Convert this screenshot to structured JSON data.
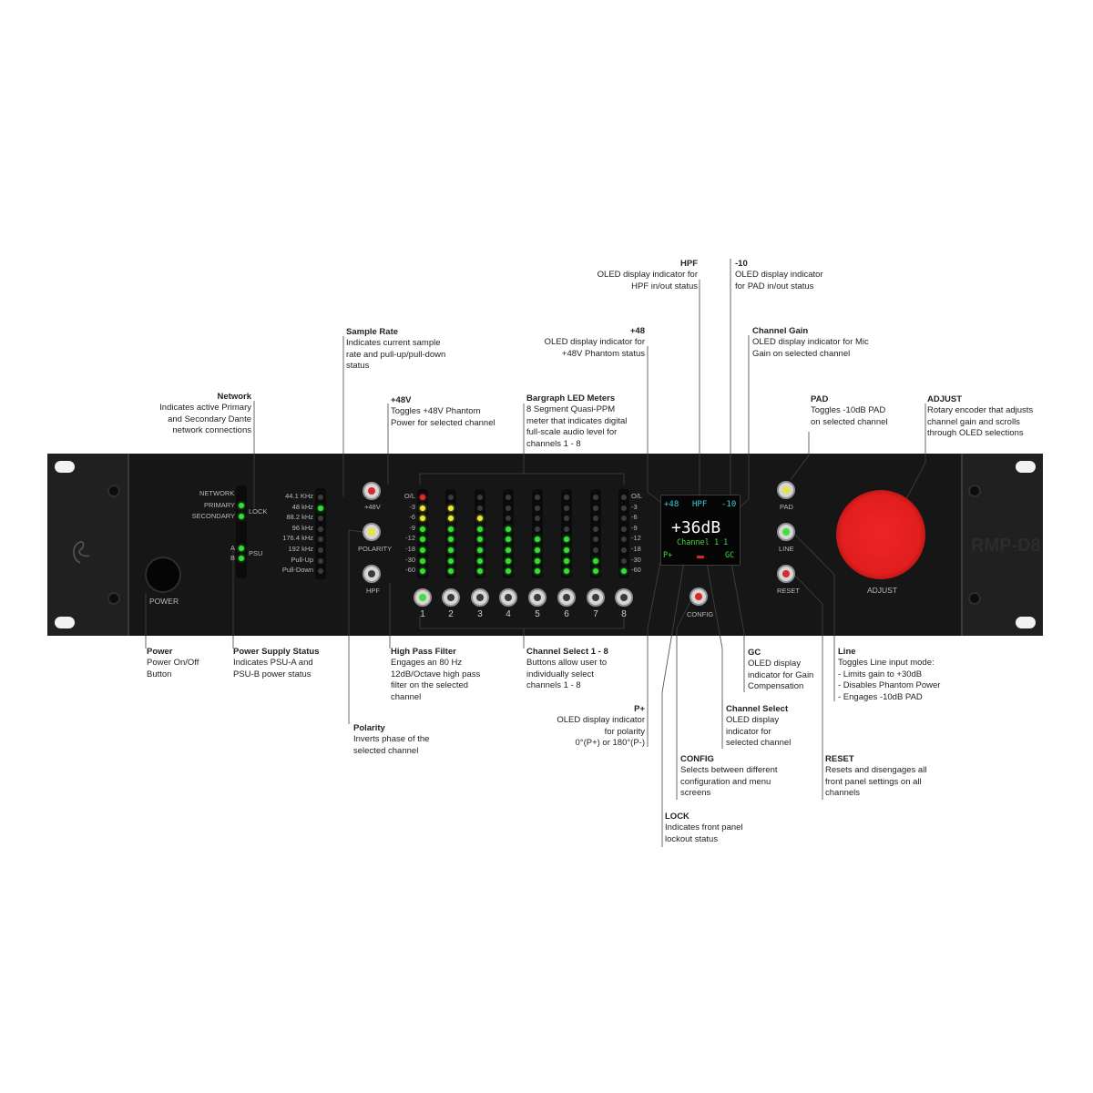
{
  "front_panel": {
    "network_title": "NETWORK",
    "primary": "PRIMARY",
    "secondary": "SECONDARY",
    "lock": "LOCK",
    "psu": "PSU",
    "psu_a": "A",
    "psu_b": "B",
    "power": "POWER",
    "sample_rates": [
      "44.1 KHz",
      "48 kHz",
      "88.2 kHz",
      "96 kHz",
      "176.4 kHz",
      "192 kHz",
      "Pull-Up",
      "Pull-Down"
    ],
    "sample_rate_active": "48 kHz",
    "phantom": "+48V",
    "polarity": "POLARITY",
    "hpf": "HPF",
    "meter_scale": [
      "O/L",
      "-3",
      "-6",
      "-9",
      "-12",
      "-18",
      "-30",
      "-60"
    ],
    "channels": [
      "1",
      "2",
      "3",
      "4",
      "5",
      "6",
      "7",
      "8"
    ],
    "selected_channel": "1",
    "config": "CONFIG",
    "pad": "PAD",
    "line": "LINE",
    "reset": "RESET",
    "adjust": "ADJUST",
    "model_logo": "RMP-D8"
  },
  "oled": {
    "phantom": "+48",
    "hpf": "HPF",
    "pad": "-10",
    "gain": "+36dB",
    "channel": "Channel 1  1",
    "polarity": "P+",
    "gc": "GC"
  },
  "colors": {
    "led_green": "#33e033",
    "led_yellow": "#e8e838",
    "led_red": "#e03030",
    "adjust_knob": "#e21e1e",
    "oled_text": "#ffffff",
    "oled_accent": "#3acbd6",
    "oled_green": "#3ddc3d"
  },
  "annotations": {
    "network": {
      "title": "Network",
      "desc": "Indicates active Primary\nand Secondary Dante\nnetwork connections"
    },
    "sample_rate": {
      "title": "Sample Rate",
      "desc": "Indicates current sample\nrate and pull-up/pull-down\nstatus"
    },
    "phantom": {
      "title": "+48V",
      "desc": "Toggles +48V Phantom\nPower for selected channel"
    },
    "bargraph": {
      "title": "Bargraph LED Meters",
      "desc": "8 Segment Quasi-PPM\nmeter that indicates digital\nfull-scale audio level for\nchannels 1 - 8"
    },
    "oled_48": {
      "title": "+48",
      "desc": "OLED display indicator for\n+48V Phantom status"
    },
    "oled_hpf": {
      "title": "HPF",
      "desc": "OLED display indicator for\nHPF in/out status"
    },
    "oled_pad": {
      "title": "-10",
      "desc": "OLED display indicator\nfor PAD in/out status"
    },
    "channel_gain": {
      "title": "Channel Gain",
      "desc": "OLED display indicator for Mic\nGain on selected channel"
    },
    "pad": {
      "title": "PAD",
      "desc": "Toggles -10dB PAD\non selected channel"
    },
    "adjust": {
      "title": "ADJUST",
      "desc": "Rotary encoder that adjusts\nchannel gain and scrolls\nthrough OLED selections"
    },
    "power": {
      "title": "Power",
      "desc": "Power On/Off\nButton"
    },
    "psu": {
      "title": "Power Supply Status",
      "desc": "Indicates PSU-A and\nPSU-B power status"
    },
    "hpf": {
      "title": "High Pass Filter",
      "desc": "Engages an 80 Hz\n12dB/Octave high pass\nfilter on the selected\nchannel"
    },
    "polarity": {
      "title": "Polarity",
      "desc": "Inverts phase of the\nselected channel"
    },
    "channel_select": {
      "title": "Channel Select 1 - 8",
      "desc": "Buttons allow user to\nindividually select\nchannels 1 - 8"
    },
    "oled_p": {
      "title": "P+",
      "desc": "OLED display indicator\nfor polarity\n0°(P+) or 180°(P-)"
    },
    "gc": {
      "title": "GC",
      "desc": "OLED display\nindicator for Gain\nCompensation"
    },
    "oled_channel": {
      "title": "Channel Select",
      "desc": "OLED display\nindicator for\nselected channel"
    },
    "config": {
      "title": "CONFIG",
      "desc": "Selects between different\nconfiguration and menu\nscreens"
    },
    "lock": {
      "title": "LOCK",
      "desc": "Indicates front panel\nlockout status"
    },
    "line": {
      "title": "Line",
      "desc": "Toggles Line input mode:\n- Limits gain to +30dB\n- Disables Phantom Power\n- Engages -10dB PAD"
    },
    "reset": {
      "title": "RESET",
      "desc": "Resets and disengages all\nfront panel settings on all\nchannels"
    }
  }
}
